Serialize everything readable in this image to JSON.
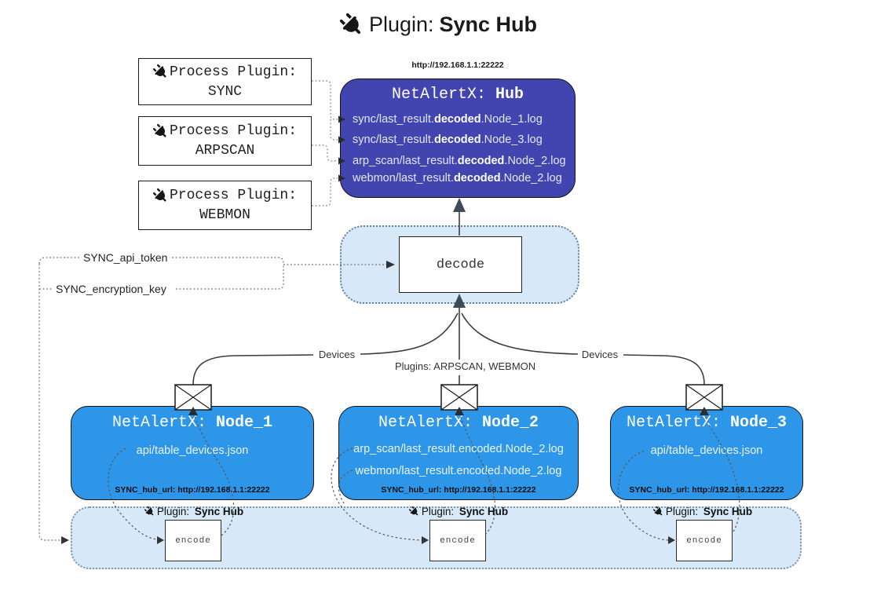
{
  "title": {
    "prefix": "Plugin:",
    "name": "Sync Hub"
  },
  "icons": {
    "plug": "plug-icon",
    "envelope": "envelope-icon"
  },
  "colors": {
    "hub_fill": "#4245af",
    "node_fill": "#2e96e8",
    "band_fill": "#d7e8f8",
    "band_border": "#6d8ba4",
    "box_border": "#111111",
    "line": "#3d3d3d",
    "arrow_accent": "#3e4a56",
    "text_on_blue": "#ffffff"
  },
  "process_plugins": [
    {
      "label": "Process Plugin:",
      "name": "SYNC"
    },
    {
      "label": "Process Plugin:",
      "name": "ARPSCAN"
    },
    {
      "label": "Process Plugin:",
      "name": "WEBMON"
    }
  ],
  "hub": {
    "url": "http://192.168.1.1:22222",
    "title_prefix": "NetAlertX: ",
    "title_name": "Hub",
    "logs": [
      {
        "pre": "sync/last_result.",
        "bold": "decoded",
        "post": ".Node_1.log"
      },
      {
        "pre": "sync/last_result.",
        "bold": "decoded",
        "post": ".Node_3.log"
      },
      {
        "pre": "arp_scan/last_result.",
        "bold": "decoded",
        "post": ".Node_2.log"
      },
      {
        "pre": "webmon/last_result.",
        "bold": "decoded",
        "post": ".Node_2.log"
      }
    ]
  },
  "decode_label": "decode",
  "tokens": {
    "api_token": "SYNC_api_token",
    "encryption_key": "SYNC_encryption_key"
  },
  "edges": {
    "devices_left": "Devices",
    "devices_right": "Devices",
    "plugins_mid": "Plugins: ARPSCAN, WEBMON"
  },
  "nodes": [
    {
      "title_prefix": "NetAlertX: ",
      "title_name": "Node_1",
      "lines": [
        "api/table_devices.json"
      ],
      "hub_url": "SYNC_hub_url: http://192.168.1.1:22222"
    },
    {
      "title_prefix": "NetAlertX: ",
      "title_name": "Node_2",
      "lines": [
        "arp_scan/last_result.encoded.Node_2.log",
        "webmon/last_result.encoded.Node_2.log"
      ],
      "hub_url": "SYNC_hub_url: http://192.168.1.1:22222"
    },
    {
      "title_prefix": "NetAlertX: ",
      "title_name": "Node_3",
      "lines": [
        "api/table_devices.json"
      ],
      "hub_url": "SYNC_hub_url: http://192.168.1.1:22222"
    }
  ],
  "encoders": [
    {
      "plugin_prefix": "Plugin: ",
      "plugin_name": "Sync Hub",
      "box": "encode"
    },
    {
      "plugin_prefix": "Plugin: ",
      "plugin_name": "Sync Hub",
      "box": "encode"
    },
    {
      "plugin_prefix": "Plugin: ",
      "plugin_name": "Sync Hub",
      "box": "encode"
    }
  ]
}
